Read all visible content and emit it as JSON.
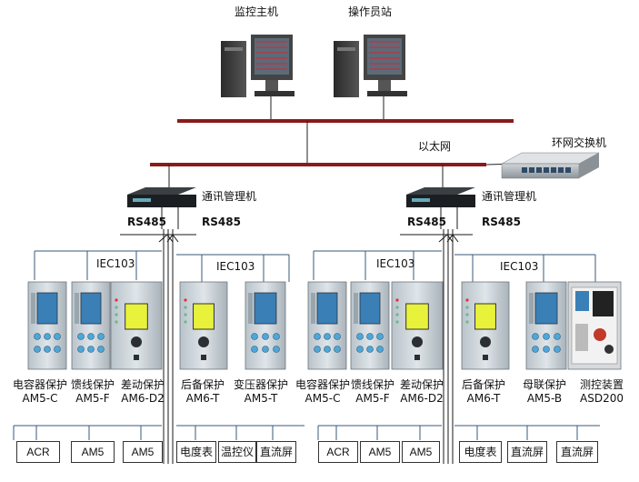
{
  "colors": {
    "ethernet": "#8b1a1a",
    "rs485": "#1a1a1a",
    "bus": "#3a5a7a",
    "lcd_green": "#e8f23a",
    "lcd_blue": "#3a7fb5"
  },
  "top": {
    "monitor_host": "监控主机",
    "operator_station": "操作员站",
    "ethernet": "以太网",
    "ring_switch": "环网交换机"
  },
  "left_group": {
    "comm_manager": "通讯管理机",
    "rs485_a": "RS485",
    "rs485_b": "RS485",
    "iec_a": "IEC103",
    "iec_b": "IEC103",
    "devices": [
      {
        "name": "电容器保护",
        "model": "AM5-C",
        "icon": "protection-relay-icon"
      },
      {
        "name": "馈线保护",
        "model": "AM5-F",
        "icon": "protection-relay-icon"
      },
      {
        "name": "差动保护",
        "model": "AM6-D2",
        "icon": "protection-relay-icon"
      },
      {
        "name": "后备保护",
        "model": "AM6-T",
        "icon": "protection-relay-icon"
      },
      {
        "name": "变压器保护",
        "model": "AM5-T",
        "icon": "protection-relay-icon"
      }
    ],
    "boxes": [
      "ACR",
      "AM5",
      "AM5",
      "电度表",
      "温控仪",
      "直流屏"
    ]
  },
  "right_group": {
    "comm_manager": "通讯管理机",
    "rs485_a": "RS485",
    "rs485_b": "RS485",
    "iec_a": "IEC103",
    "iec_b": "IEC103",
    "devices": [
      {
        "name": "电容器保护",
        "model": "AM5-C",
        "icon": "protection-relay-icon"
      },
      {
        "name": "馈线保护",
        "model": "AM5-F",
        "icon": "protection-relay-icon"
      },
      {
        "name": "差动保护",
        "model": "AM6-D2",
        "icon": "protection-relay-icon"
      },
      {
        "name": "后备保护",
        "model": "AM6-T",
        "icon": "protection-relay-icon"
      },
      {
        "name": "母联保护",
        "model": "AM5-B",
        "icon": "protection-relay-icon"
      },
      {
        "name": "测控装置",
        "model": "ASD200",
        "icon": "measurement-control-icon"
      }
    ],
    "boxes": [
      "ACR",
      "AM5",
      "AM5",
      "电度表",
      "直流屏",
      "直流屏"
    ]
  }
}
